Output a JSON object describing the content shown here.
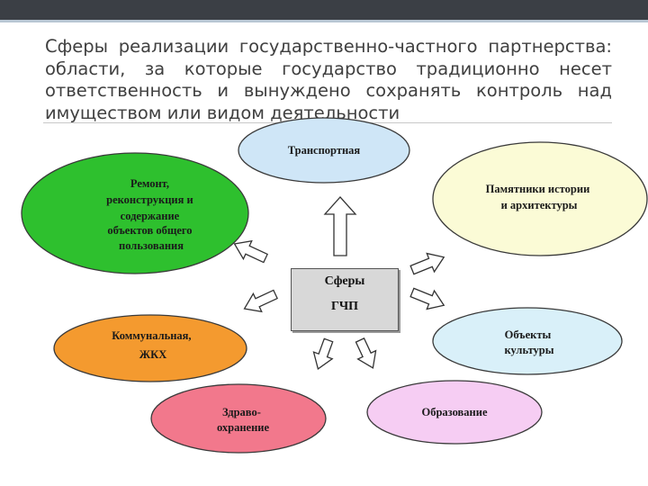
{
  "title": "Сферы реализации государственно-частного партнерства: области, за которые государство традиционно несет ответственность и вынуждено сохранять контроль над имуществом или видом деятельности",
  "center": {
    "line1": "Сферы",
    "line2": "ГЧП"
  },
  "nodes": [
    {
      "id": "transport",
      "lines": [
        "Транспортная"
      ],
      "color": "#cfe6f7"
    },
    {
      "id": "repair",
      "lines": [
        "Ремонт,",
        "реконструкция и",
        "содержание",
        "объектов общего",
        "пользования"
      ],
      "color": "#2ec02e"
    },
    {
      "id": "monuments",
      "lines": [
        "Памятники истории",
        "и архитектуры"
      ],
      "color": "#fbfbd6"
    },
    {
      "id": "communal",
      "lines": [
        "Коммунальная,",
        "ЖКХ"
      ],
      "color": "#f49a2f"
    },
    {
      "id": "culture",
      "lines": [
        "Объекты",
        "культуры"
      ],
      "color": "#d9f0f9"
    },
    {
      "id": "health",
      "lines": [
        "Здраво-",
        "охранение"
      ],
      "color": "#f2788c"
    },
    {
      "id": "education",
      "lines": [
        "Образование"
      ],
      "color": "#f6cdf3"
    }
  ]
}
